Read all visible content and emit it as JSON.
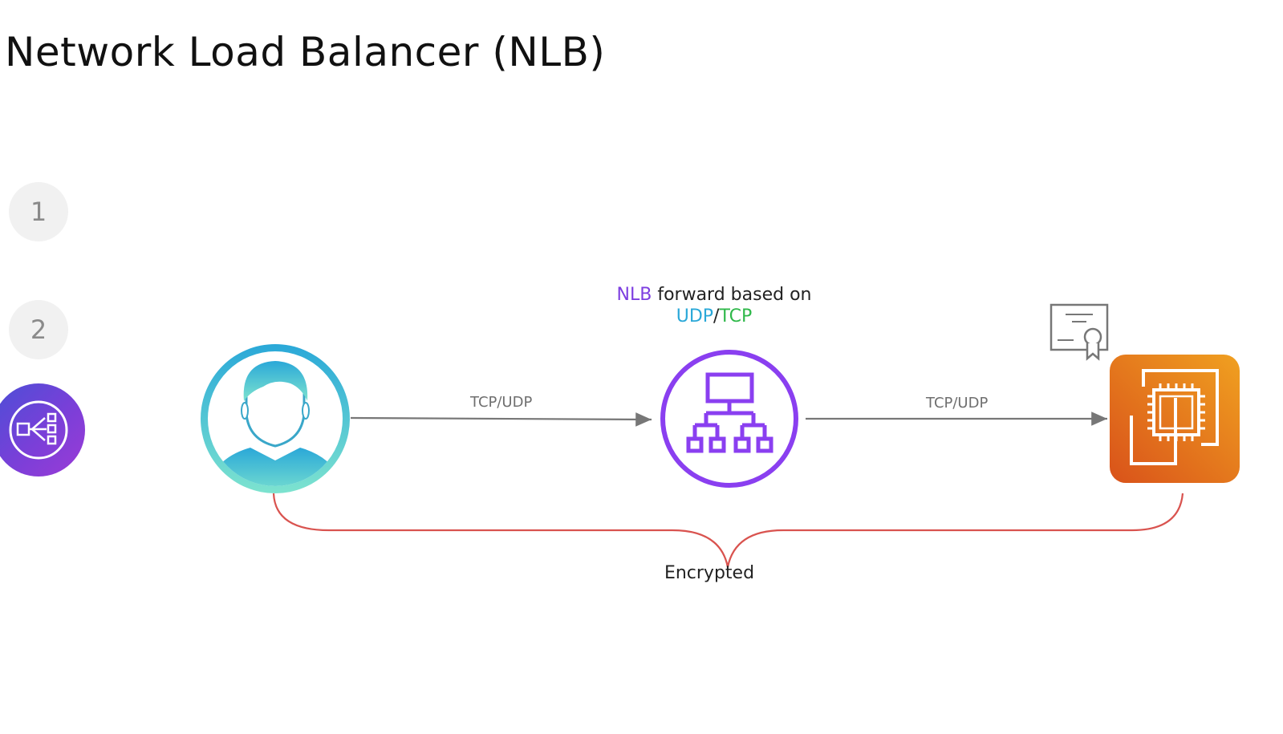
{
  "title": "Network Load Balancer (NLB)",
  "steps": [
    "1",
    "2"
  ],
  "diagram": {
    "nlb_caption": {
      "part_nlb": "NLB",
      "part_rest": " forward based on",
      "part_udp": "UDP",
      "part_slash": "/",
      "part_tcp": "TCP"
    },
    "left_protocol": "TCP/UDP",
    "right_protocol": "TCP/UDP",
    "brace_label": "Encrypted"
  },
  "icons": {
    "user": "user-icon",
    "nlb": "hierarchy-icon",
    "ec2": "ec2-instance-icon",
    "certificate": "certificate-icon",
    "step3": "load-balancer-icon"
  },
  "colors": {
    "nlb_purple": "#7d3ee0",
    "udp_blue": "#2aa8d8",
    "tcp_green": "#2fb84a",
    "user_gradient_top": "#2aa8d8",
    "user_gradient_bottom": "#7de3cf",
    "ec2_orange": "#e87a1b",
    "brace_red": "#d9534f"
  }
}
